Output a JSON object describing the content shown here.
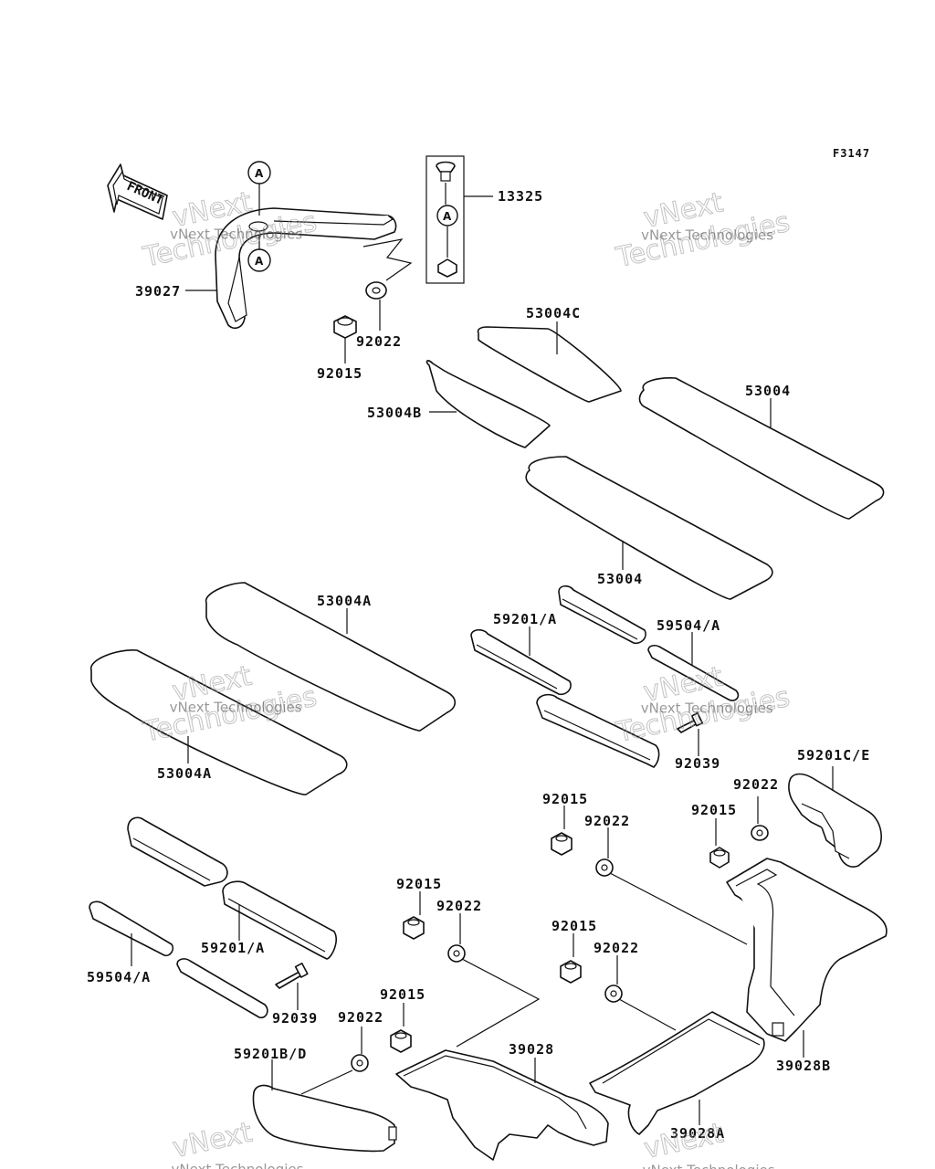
{
  "diagram": {
    "code": "F3147",
    "front_label": "FRONT",
    "ref_marker": "A",
    "watermark": {
      "small": "vNext Technologies",
      "outline_top": "vNext",
      "outline_bottom": "Technologies"
    },
    "labels": {
      "p39027": "39027",
      "p92015_top": "92015",
      "p92022_top": "92022",
      "p13325": "13325",
      "p53004C": "53004C",
      "p53004B": "53004B",
      "p53004_right": "53004",
      "p53004_mid": "53004",
      "p53004A_top": "53004A",
      "p53004A_bottom": "53004A",
      "p59201A_right": "59201/A",
      "p59504A_right": "59504/A",
      "p92039_right": "92039",
      "p59201CE": "59201C/E",
      "p92022_r1": "92022",
      "p92015_r1": "92015",
      "p92015_m1": "92015",
      "p92022_m1": "92022",
      "p92015_c1": "92015",
      "p92022_c1": "92022",
      "p92015_m2": "92015",
      "p92022_m2": "92022",
      "p92015_c2": "92015",
      "p92022_c2": "92022",
      "p59201A_left": "59201/A",
      "p59504A_left": "59504/A",
      "p92039_left": "92039",
      "p59201BD": "59201B/D",
      "p39028": "39028",
      "p39028A": "39028A",
      "p39028B": "39028B"
    }
  }
}
